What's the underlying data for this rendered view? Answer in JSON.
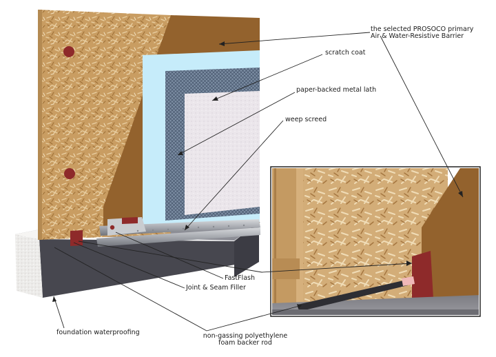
{
  "labels": {
    "wrb": [
      "the selected PROSOCO primary",
      "Air & Water-Resistive Barrier"
    ],
    "scratch_coat": "scratch coat",
    "metal_lath": "paper-backed metal lath",
    "weep_screed": "weep screed",
    "fastflash": "FastFlash",
    "joint_seam": "Joint & Seam Filler",
    "foundation": "foundation waterproofing",
    "backer_rod": [
      "non-gassing polyethylene",
      "foam backer rod"
    ]
  },
  "colors": {
    "osb": "#c79a5e",
    "wrb_brown": "#93622d",
    "scratch_coat": "#c6ecfa",
    "stucco": "#eae5ea",
    "foundation_dark": "#4a4a52",
    "foundation_top": "#8d8e96",
    "foam_edge": "#eceae8",
    "fastflash_red": "#8e2a2a",
    "metal": "#a7aab0",
    "leader": "#222222"
  }
}
